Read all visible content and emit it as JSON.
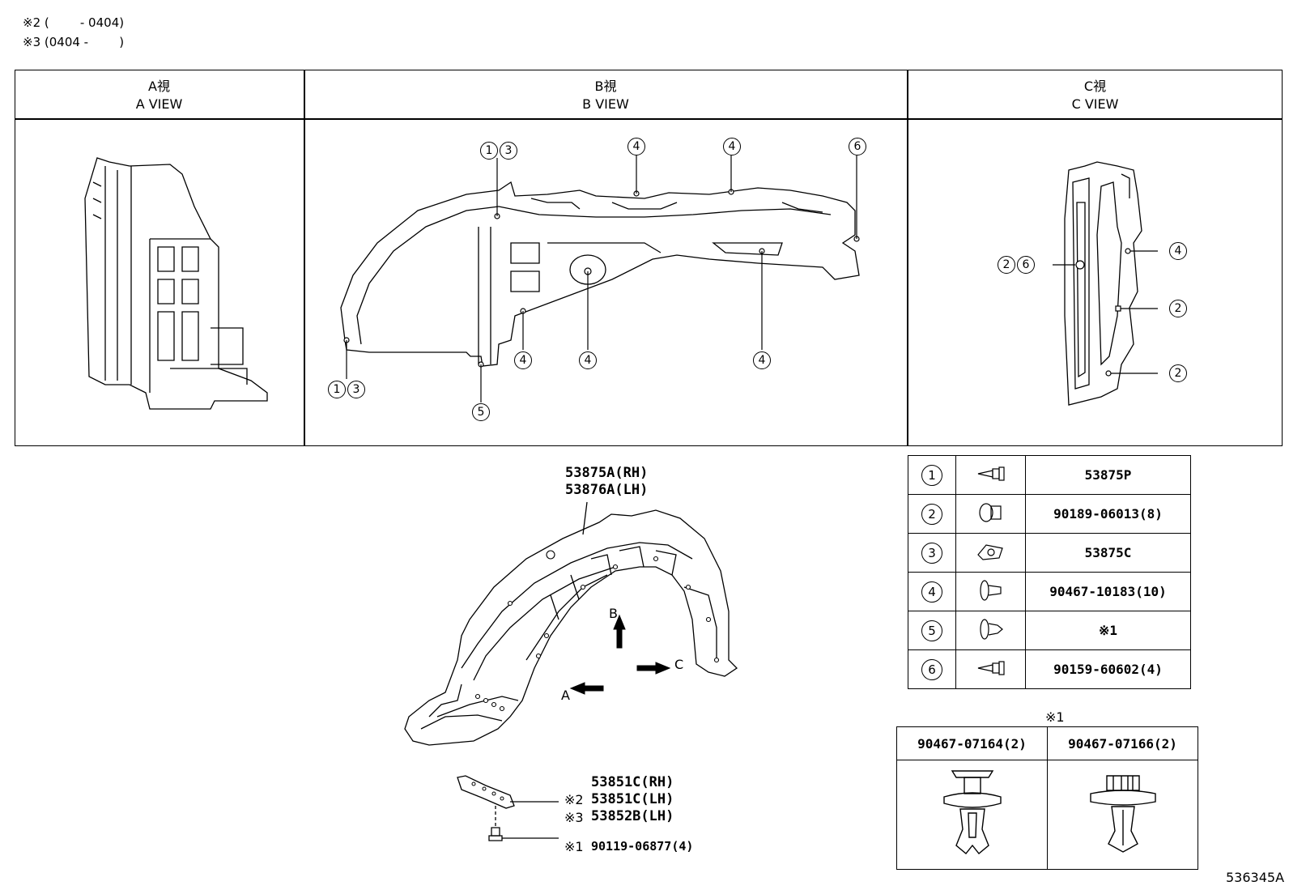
{
  "notes": {
    "note2": "※2 (        - 0404)",
    "note3": "※3 (0404 -        )"
  },
  "views": [
    {
      "jp": "A視",
      "en": "A VIEW"
    },
    {
      "jp": "B視",
      "en": "B VIEW"
    },
    {
      "jp": "C視",
      "en": "C VIEW"
    }
  ],
  "b_view_callouts": [
    "1",
    "3",
    "4",
    "4",
    "6",
    "1",
    "3",
    "5",
    "4",
    "4",
    "4"
  ],
  "c_view_callouts": [
    "2",
    "6",
    "4",
    "2",
    "2"
  ],
  "main_part": {
    "rh": "53875A(RH)",
    "lh": "53876A(LH)"
  },
  "arrows": {
    "a": "A",
    "b": "B",
    "c": "C"
  },
  "bracket": {
    "line1": "53851C(RH)",
    "mark2": "※2",
    "line2": "53851C(LH)",
    "mark3": "※3",
    "line3": "53852B(LH)",
    "mark1": "※1",
    "line4": "90119-06877(4)"
  },
  "legend": [
    {
      "num": "1",
      "icon": "screw-icon",
      "part": "53875P"
    },
    {
      "num": "2",
      "icon": "push-nut-icon",
      "part": "90189-06013(8)"
    },
    {
      "num": "3",
      "icon": "clip-nut-icon",
      "part": "53875C"
    },
    {
      "num": "4",
      "icon": "grommet-clip-icon",
      "part": "90467-10183(10)"
    },
    {
      "num": "5",
      "icon": "push-clip-icon",
      "part": "※1"
    },
    {
      "num": "6",
      "icon": "screw-icon",
      "part": "90159-60602(4)"
    }
  ],
  "clip_note": {
    "mark": "※1",
    "items": [
      {
        "part": "90467-07164(2)",
        "icon": "push-rivet-clip-icon"
      },
      {
        "part": "90467-07166(2)",
        "icon": "push-rivet-clip-slotted-icon"
      }
    ]
  },
  "ref_code": "536345A"
}
